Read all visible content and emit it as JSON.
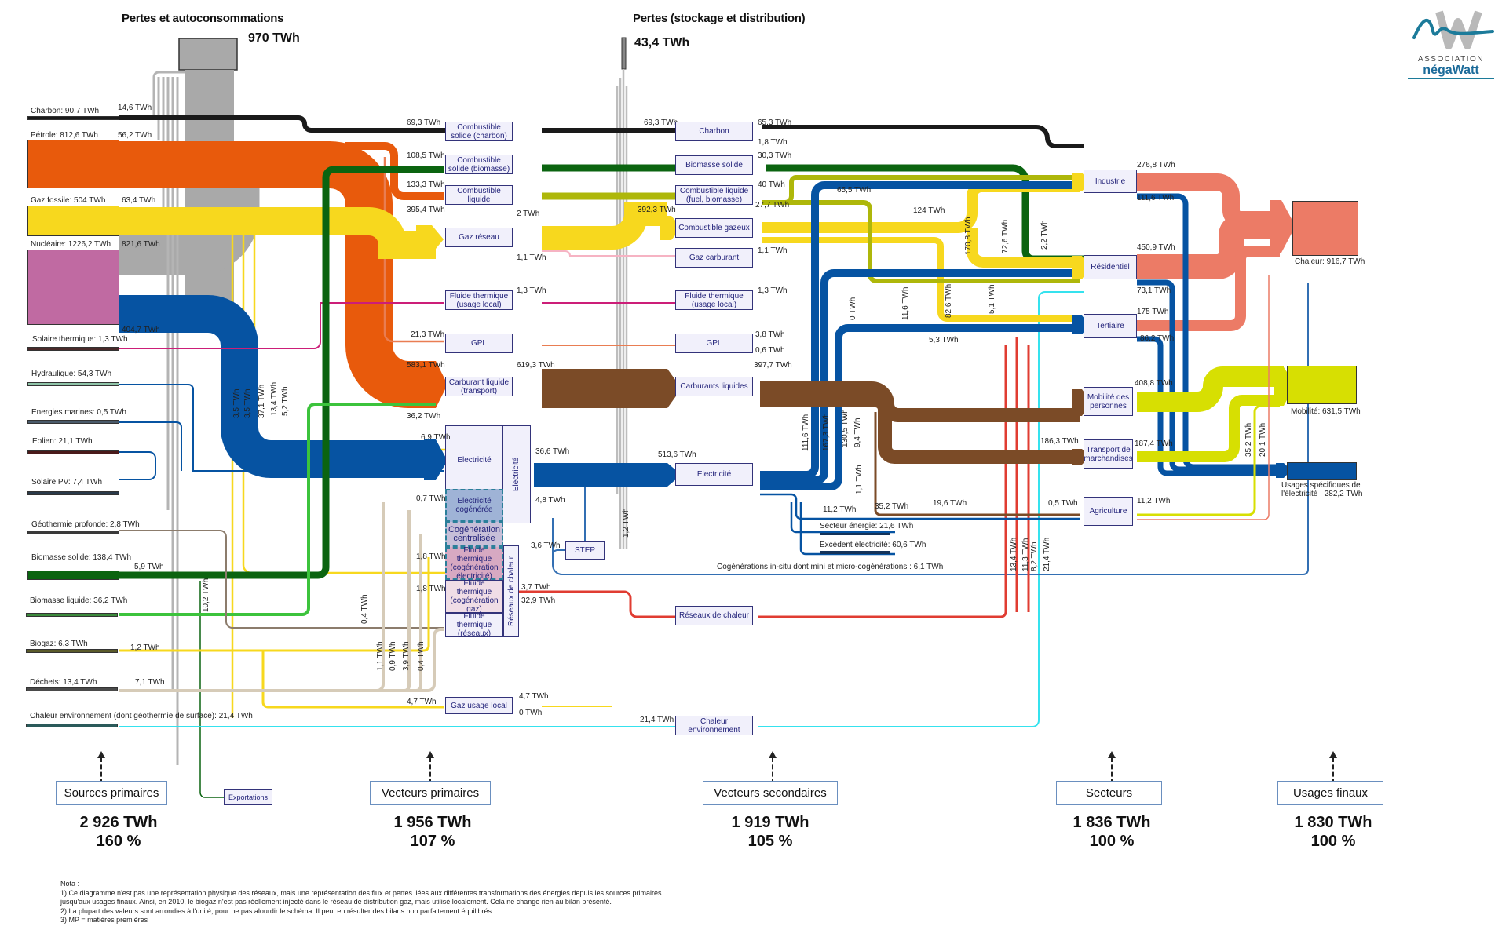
{
  "titles": {
    "losses_self": "Pertes et autoconsommations",
    "losses_self_value": "970 TWh",
    "losses_storage": "Pertes (stockage et distribution)",
    "losses_storage_value": "43,4 TWh"
  },
  "logo": {
    "line1": "ASSOCIATION",
    "line2": "négaWatt"
  },
  "colors": {
    "charbon": "#1a1a1a",
    "petrole": "#e85a0c",
    "gaz": "#f7d81e",
    "nucleaire": "#c06aa2",
    "electricite": "#0653a2",
    "biomasse_solide": "#0b6410",
    "biomasse_liquide": "#3cc33c",
    "carburant": "#7b4b27",
    "combustible_liquide": "#aeb70a",
    "chaleur": "#ec7b66",
    "mobilite": "#d7df02",
    "pertes": "#a9a9a9",
    "chaleur_env": "#35e2ee",
    "reseau_chaleur": "#e03c32",
    "dechets": "#d6cbb8",
    "fluide": "#cc1e78",
    "gpl": "#e97d52",
    "gaz_carburant": "#f6b3c3",
    "geothermie": "#8c7c6c"
  },
  "sources": [
    {
      "label": "Charbon: 90,7 TWh",
      "loss": "14,6 TWh"
    },
    {
      "label": "Pétrole: 812,6 TWh",
      "loss": "56,2 TWh"
    },
    {
      "label": "Gaz fossile: 504 TWh",
      "loss": "63,4 TWh"
    },
    {
      "label": "Nucléaire: 1226,2 TWh",
      "loss": "821,6 TWh",
      "out": "404,7 TWh"
    },
    {
      "label": "Solaire thermique: 1,3 TWh"
    },
    {
      "label": "Hydraulique: 54,3 TWh"
    },
    {
      "label": "Energies marines: 0,5 TWh"
    },
    {
      "label": "Eolien: 21,1 TWh"
    },
    {
      "label": "Solaire PV: 7,4 TWh"
    },
    {
      "label": "Géothermie profonde: 2,8 TWh"
    },
    {
      "label": "Biomasse solide: 138,4 TWh",
      "loss": "5,9 TWh"
    },
    {
      "label": "Biomasse liquide: 36,2 TWh"
    },
    {
      "label": "Biogaz: 6,3 TWh",
      "loss": "1,2 TWh"
    },
    {
      "label": "Déchets: 13,4 TWh",
      "loss": "7,1 TWh"
    },
    {
      "label": "Chaleur environnement (dont géothermie de surface): 21,4 TWh"
    }
  ],
  "primary_vectors": [
    {
      "label": "Combustible solide (charbon)",
      "in": "69,3 TWh"
    },
    {
      "label": "Combustible solide (biomasse)",
      "in": "108,5 TWh"
    },
    {
      "label": "Combustible liquide",
      "in": "133,3 TWh"
    },
    {
      "label": "Gaz réseau",
      "in": "395,4 TWh",
      "out_loss": "2 TWh",
      "out_pink": "1,1 TWh"
    },
    {
      "label": "Fluide thermique (usage local)",
      "out": "1,3 TWh"
    },
    {
      "label": "GPL",
      "in": "21,3 TWh"
    },
    {
      "label": "Carburant liquide (transport)",
      "in": "583,1 TWh",
      "in2": "36,2 TWh",
      "out": "619,3 TWh"
    },
    {
      "label": "Electricité",
      "in": "6,9 TWh",
      "out": "36,6 TWh",
      "step": "4,8 TWh"
    },
    {
      "label": "Electricité cogénérée",
      "in": "0,7 TWh"
    },
    {
      "label": "Cogénération centralisée"
    },
    {
      "label": "Fluide thermique (cogénération électricité)",
      "in": "1,8 TWh"
    },
    {
      "label": "Fluide thermique (cogénération gaz)",
      "in": "1,8 TWh"
    },
    {
      "label": "Fluide thermique (réseaux)"
    },
    {
      "label": "Gaz usage local",
      "in": "4,7 TWh",
      "out": "4,7 TWh",
      "out2": "0 TWh"
    },
    {
      "label": "Exportations"
    }
  ],
  "side_labels": {
    "electricite_vertical": "Electricité",
    "reseaux_vertical": "Réseaux de chaleur",
    "step": "STEP",
    "step_return": "3,6 TWh",
    "step_loss": "1,2 TWh",
    "reseau_loss": "3,7 TWh",
    "reseau_out": "32,9 TWh",
    "elec_in": "513,6 TWh"
  },
  "vertical_values": [
    "3,5 TWh",
    "3,5 TWh",
    "37,1 TWh",
    "13,4 TWh",
    "5,2 TWh",
    "10,2 TWh",
    "0,4 TWh",
    "1,1 TWh",
    "0,9 TWh",
    "3,9 TWh",
    "0,4 TWh"
  ],
  "secondary_vectors": [
    {
      "label": "Charbon",
      "in": "69,3 TWh",
      "out": "65,3 TWh",
      "out2": "1,8 TWh"
    },
    {
      "label": "Biomasse solide",
      "out": "30,3 TWh"
    },
    {
      "label": "Combustible liquide (fuel, biomasse)",
      "out": "40 TWh",
      "out2": "27,7 TWh",
      "out3": "65,5 TWh"
    },
    {
      "label": "Combustible gazeux",
      "in": "392,3 TWh",
      "out": "124 TWh"
    },
    {
      "label": "Gaz carburant",
      "out": "1,1 TWh"
    },
    {
      "label": "Fluide thermique (usage local)",
      "out": "1,3 TWh"
    },
    {
      "label": "GPL",
      "out": "3,8 TWh",
      "out2": "0,6 TWh"
    },
    {
      "label": "Carburants liquides",
      "out": "397,7 TWh"
    },
    {
      "label": "Electricité"
    },
    {
      "label": "Réseaux de chaleur"
    },
    {
      "label": "Chaleur environnement",
      "in": "21,4 TWh"
    }
  ],
  "secondary_verticals": [
    "170,8 TWh",
    "72,6 TWh",
    "2,2 TWh",
    "0 TWh",
    "11,6 TWh",
    "82,6 TWh",
    "5,1 TWh",
    "111,6 TWh",
    "167,3 TWh",
    "130,5 TWh",
    "9,4 TWh",
    "1,1 TWh",
    "13,4 TWh",
    "11,3 TWh",
    "8,2 TWh",
    "21,4 TWh"
  ],
  "secondary_misc": {
    "tertiaire_gpl": "5,3 TWh",
    "agri_elec": "11,2 TWh",
    "agri_carb": "35,2 TWh",
    "agri_comb": "19,6 TWh",
    "agri_bio": "0,5 TWh",
    "fret_in": "186,3 TWh",
    "secteur_energie": "Secteur énergie: 21,6 TWh",
    "excedent": "Excédent électricité: 60,6 TWh",
    "cogen_insitu": "Cogénérations in-situ dont mini et micro-cogénérations : 6,1 TWh"
  },
  "sectors": [
    {
      "label": "Industrie",
      "heat": "276,8 TWh",
      "elec": "111,6 TWh"
    },
    {
      "label": "Résidentiel",
      "heat": "450,9 TWh",
      "elec": "73,1 TWh"
    },
    {
      "label": "Tertiaire",
      "heat": "175 TWh",
      "elec": "86,2 TWh"
    },
    {
      "label": "Mobilité des personnes",
      "mob": "408,8 TWh"
    },
    {
      "label": "Transport de marchandises",
      "mob": "187,4 TWh"
    },
    {
      "label": "Agriculture",
      "elec": "11,2 TWh"
    }
  ],
  "sector_verticals": [
    "35,2 TWh",
    "20,1 TWh"
  ],
  "final_uses": [
    {
      "label": "Chaleur: 916,7 TWh"
    },
    {
      "label": "Mobilité: 631,5 TWh"
    },
    {
      "label": "Usages spécifiques de l'électricité : 282,2 TWh"
    }
  ],
  "categories": [
    {
      "label": "Sources primaires",
      "twh": "2 926 TWh",
      "pct": "160 %"
    },
    {
      "label": "Vecteurs primaires",
      "twh": "1 956 TWh",
      "pct": "107 %"
    },
    {
      "label": "Vecteurs secondaires",
      "twh": "1 919 TWh",
      "pct": "105 %"
    },
    {
      "label": "Secteurs",
      "twh": "1 836 TWh",
      "pct": "100 %"
    },
    {
      "label": "Usages finaux",
      "twh": "1 830 TWh",
      "pct": "100 %"
    }
  ],
  "notes": [
    "Nota :",
    "1) Ce diagramme n'est pas une représentation physique des réseaux, mais une réprésentation des flux et pertes liées aux différentes transformations des énergies depuis les sources primaires",
    "jusqu'aux usages finaux. Ainsi, en 2010, le biogaz n'est pas réellement injecté dans le réseau de distribution gaz, mais utilisé localement. Cela ne change rien au bilan présenté.",
    "2) La plupart des valeurs sont arrondies à l'unité, pour ne pas alourdir le schéma. Il peut en résulter des bilans non parfaitement équilibrés.",
    "3) MP = matières premières"
  ]
}
